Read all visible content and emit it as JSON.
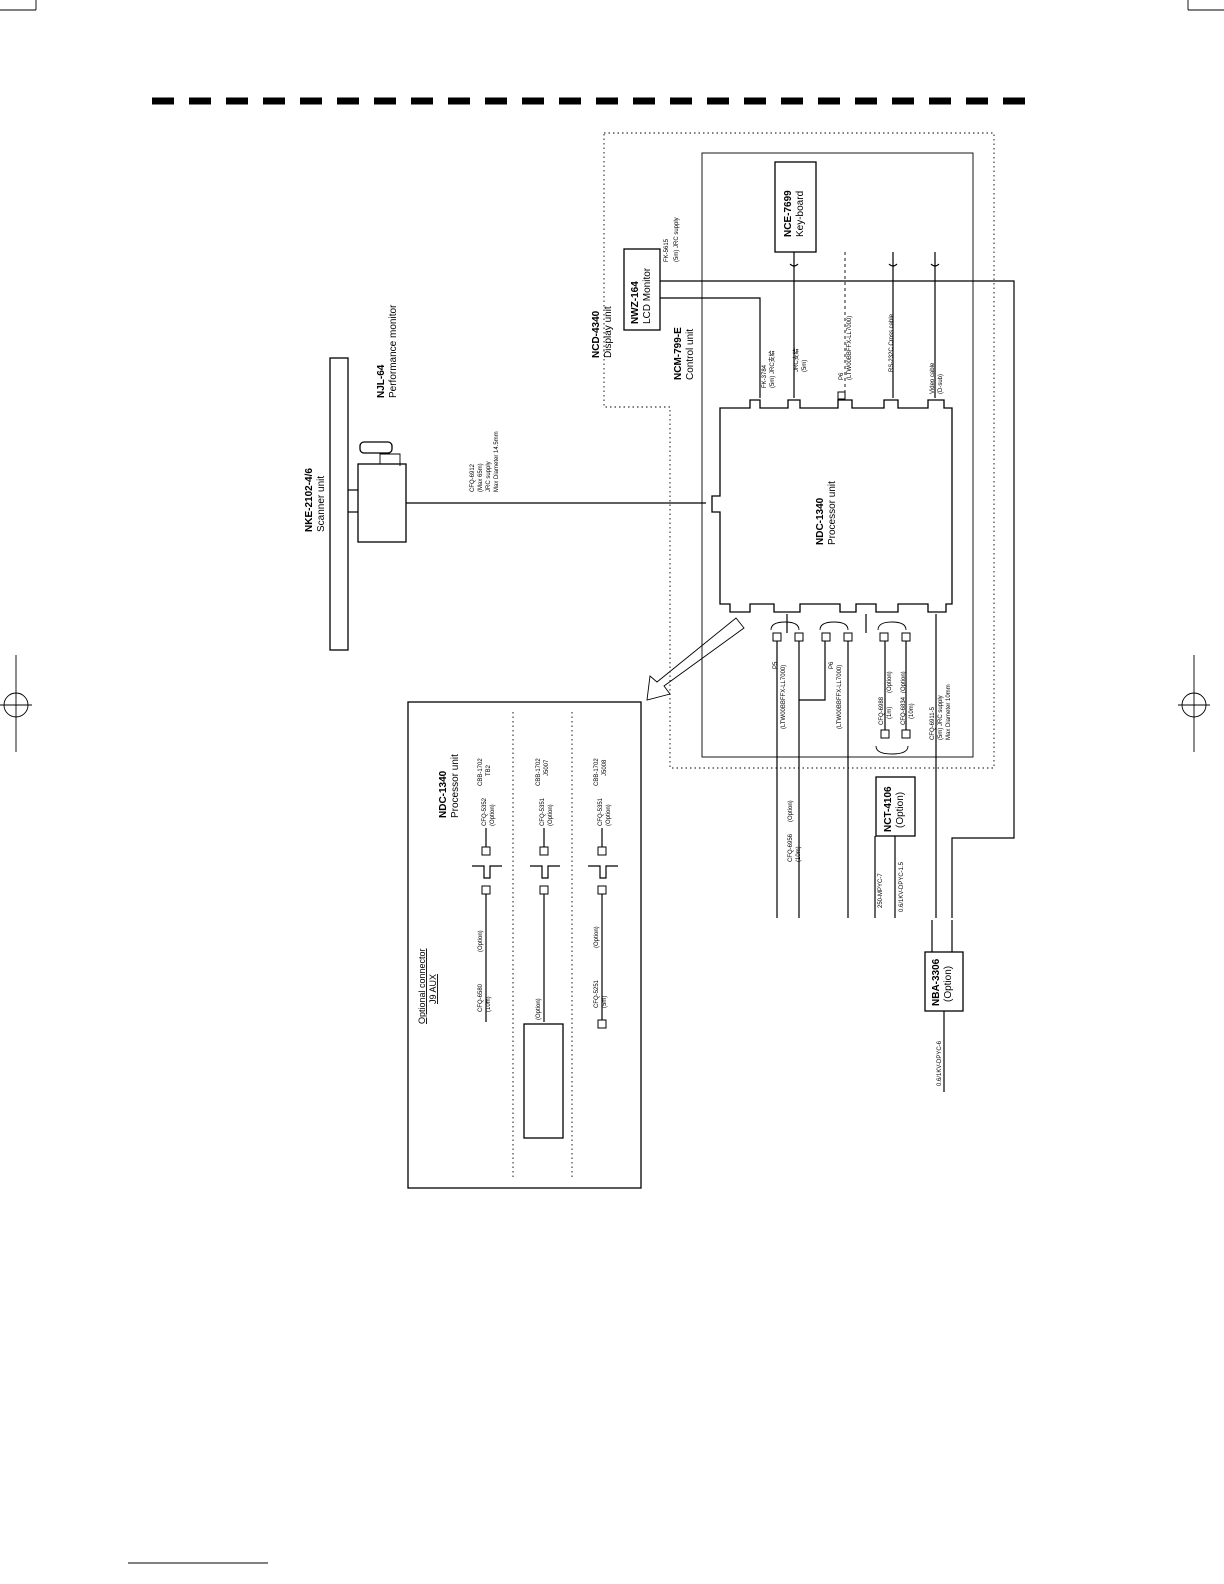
{
  "units": {
    "scanner": {
      "model": "NKE-2102-4/6",
      "name": "Scanner unit"
    },
    "performance_monitor": {
      "model": "NJL-64",
      "name": "Performance monitor"
    },
    "display": {
      "model": "NCD-4340",
      "name": "Display unit"
    },
    "lcd_monitor": {
      "model": "NWZ-164",
      "name": "LCD Monitor"
    },
    "keyboard": {
      "model": "NCE-7699",
      "name": "Key-board"
    },
    "control": {
      "model": "NCM-799-E",
      "name": "Control unit"
    },
    "processor": {
      "model": "NDC-1340",
      "name": "Processor unit"
    },
    "nct": {
      "model": "NCT-4106",
      "option": "(Option)"
    },
    "nba": {
      "model": "NBA-3306",
      "option": "(Option)"
    }
  },
  "cables": {
    "scanner_main": {
      "code": "CFQ-6912",
      "len": "(Max 65m)",
      "supply": "JRC supply",
      "diam": "Max Diameter 14.5mm"
    },
    "lcd_supply": {
      "code": "FK-5615",
      "detail": "(5m) JRC supply"
    },
    "fk3784": {
      "code": "FK-3784",
      "detail": "(5m) JRC支給"
    },
    "jrc_kb": {
      "code": "JRC支給",
      "len": "(5m)"
    },
    "p6_top": {
      "code": "P6",
      "detail": "(LTW00BBFFX-LL7000)"
    },
    "rs232c": {
      "label": "RS-232C Cross cable"
    },
    "video": {
      "label": "Video cable",
      "sub": "(D-sub)"
    },
    "p5": {
      "code": "P5",
      "detail": "(LTW00BBFFX-LL7000)"
    },
    "p6_bot": {
      "code": "P6",
      "detail": "(LTW00BBFFX-LL7000)"
    },
    "cfq6988": {
      "code": "CFQ-6988",
      "len": "(1m)",
      "opt": "(Option)"
    },
    "cfq6834": {
      "code": "CFQ-6834",
      "len": "(10m)",
      "opt": "(Option)"
    },
    "cfq6911": {
      "code": "CFQ-6911-5",
      "detail": "(5m) JRC supply",
      "diam": "Max Diameter 10mm"
    },
    "cfq6956": {
      "code": "CFQ-6956",
      "len": "(10m)",
      "opt": "(Option)"
    },
    "mpyc": {
      "label": "250-MPYC-7"
    },
    "dpyc15": {
      "label": "0.6/1KV-DPYC-1.5"
    },
    "dpyc6": {
      "label": "0.6/1KV-DPYC-6"
    }
  },
  "optional_connector": {
    "title": "Optional connector",
    "subtitle": "J9 AUX",
    "proc_model": "NDC-1340",
    "proc_name": "Processor unit",
    "row1": {
      "cbb": "CBB-1702",
      "tb": "TB2",
      "cfq_a": "CFQ-5352",
      "opt_a": "(Option)",
      "cfq_b": "CFQ-6580",
      "len_b": "(10m)",
      "opt_b": "(Option)"
    },
    "row2": {
      "cbb": "CBB-1702",
      "jack": "J5007",
      "cfq": "CFQ-5351",
      "opt": "(Option)",
      "ext": "(Option)"
    },
    "row3": {
      "cbb": "CBB-1702",
      "jack": "J5008",
      "cfq": "CFQ-5351",
      "opt": "(Option)",
      "cfq_b": "CFQ-5251",
      "len_b": "(5m)",
      "opt_b": "(Option)"
    }
  }
}
